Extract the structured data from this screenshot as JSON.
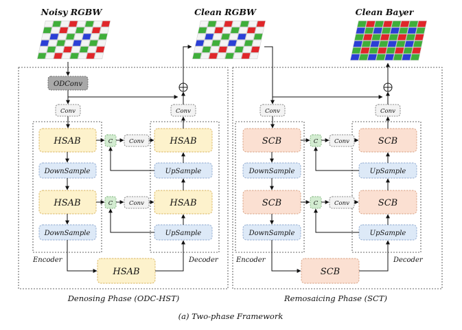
{
  "titles": {
    "noisy_rgbw": "Noisy RGBW",
    "clean_rgbw": "Clean RGBW",
    "clean_bayer": "Clean Bayer"
  },
  "blocks": {
    "odconv": "ODConv",
    "conv": "Conv",
    "concat": "C",
    "hsab": "HSAB",
    "scb": "SCB",
    "downsample": "DownSample",
    "upsample": "UpSample",
    "encoder": "Encoder",
    "decoder": "Decoder",
    "plus": "⊕"
  },
  "phases": {
    "denoising": "Denosing Phase (ODC-HST)",
    "remosaicing": "Remosaicing Phase (SCT)"
  },
  "caption": "(a) Two-phase Framework",
  "colors": {
    "yellow_block": "#fdf2cc",
    "yellow_border": "#d9b45e",
    "blue_block": "#dde9f7",
    "blue_border": "#8fa9cf",
    "peach_block": "#fbe0d2",
    "peach_border": "#d8a183",
    "green_block": "#d3ecd1",
    "green_border": "#7bb077",
    "gray_block": "#a8a8a8",
    "light_gray": "#f2f2f2",
    "red": "#e0262a",
    "green": "#3fae3a",
    "blue": "#2b3fd6",
    "white_px": "#f4f4f4"
  }
}
